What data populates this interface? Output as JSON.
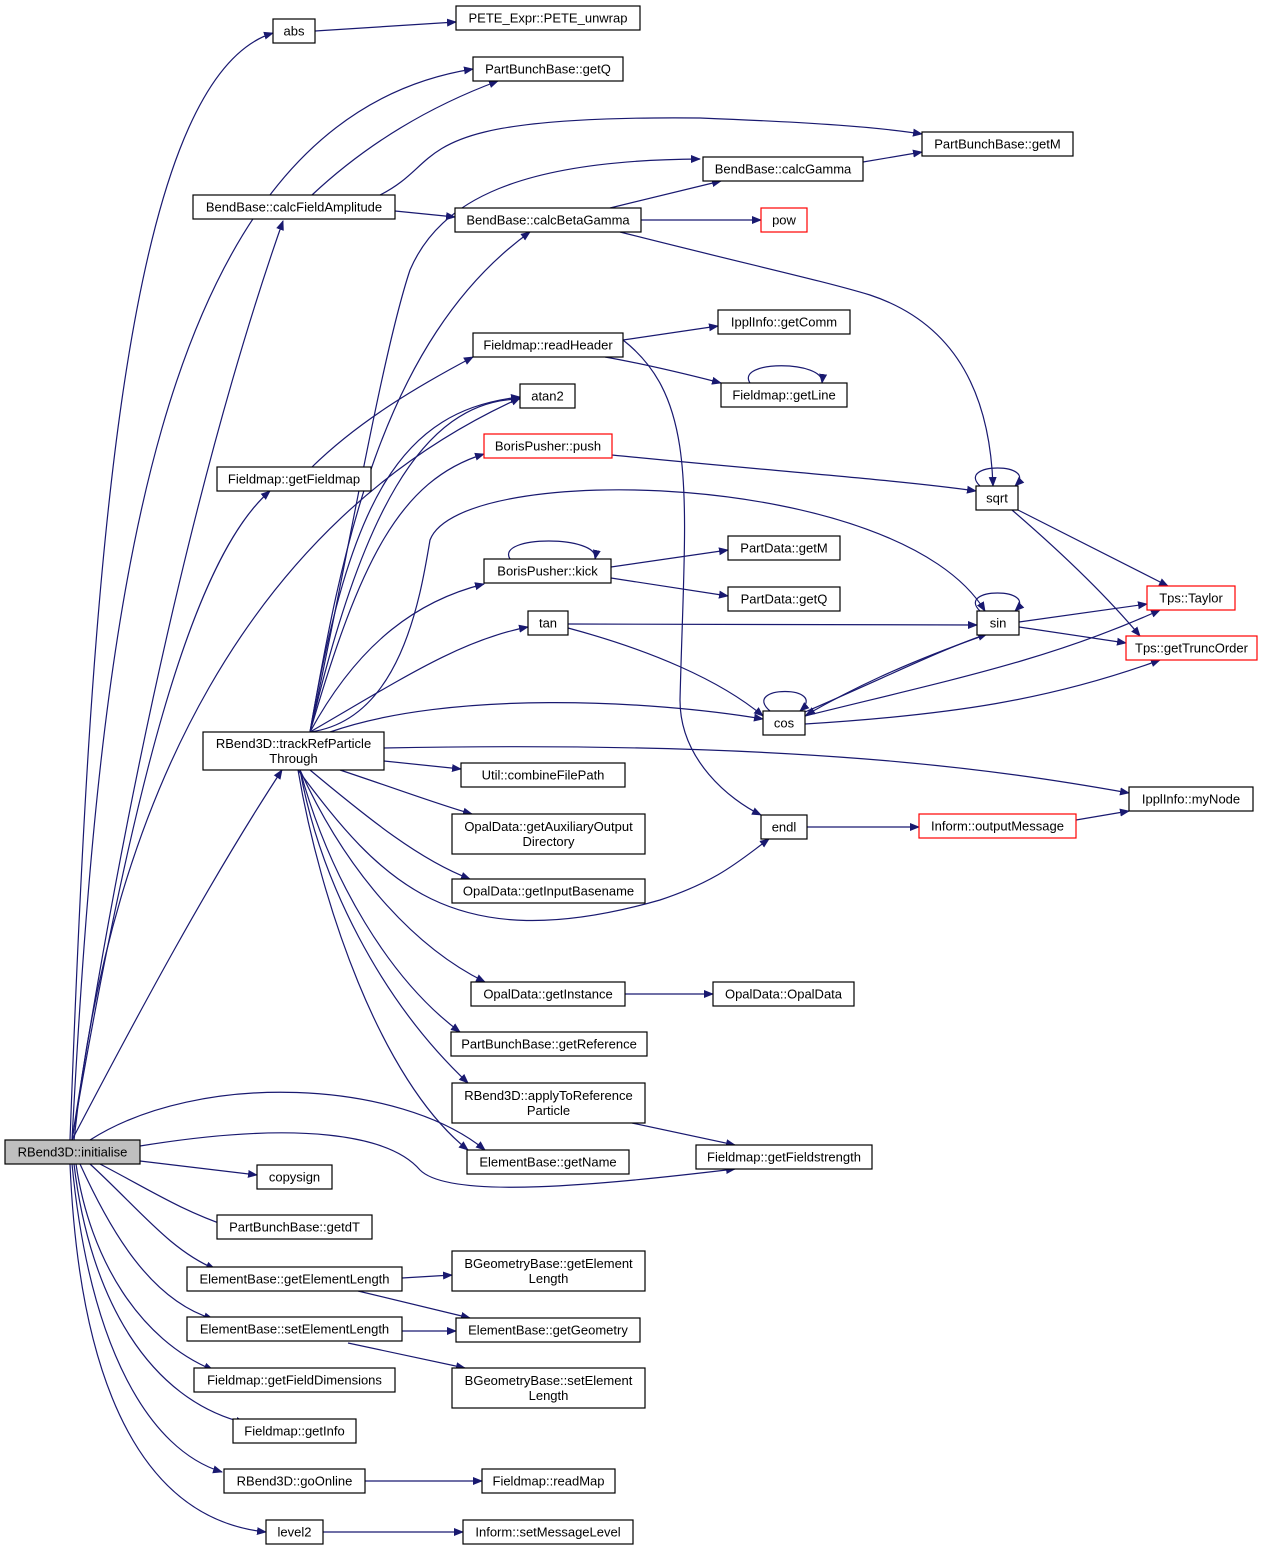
{
  "graph": {
    "edge_color": "#191970",
    "node_border_normal": "#000000",
    "node_border_truncated": "#ff0000",
    "root_fill": "#bfbfbf",
    "nodes": [
      {
        "id": "root",
        "lines": [
          "RBend3D::initialise"
        ],
        "style": "root"
      },
      {
        "id": "abs",
        "lines": [
          "abs"
        ],
        "style": "normal"
      },
      {
        "id": "pete",
        "lines": [
          "PETE_Expr::PETE_unwrap"
        ],
        "style": "normal"
      },
      {
        "id": "getQ",
        "lines": [
          "PartBunchBase::getQ"
        ],
        "style": "normal"
      },
      {
        "id": "getM",
        "lines": [
          "PartBunchBase::getM"
        ],
        "style": "normal"
      },
      {
        "id": "calcGamma",
        "lines": [
          "BendBase::calcGamma"
        ],
        "style": "normal"
      },
      {
        "id": "calcFA",
        "lines": [
          "BendBase::calcFieldAmplitude"
        ],
        "style": "normal"
      },
      {
        "id": "calcBG",
        "lines": [
          "BendBase::calcBetaGamma"
        ],
        "style": "normal"
      },
      {
        "id": "pow",
        "lines": [
          "pow"
        ],
        "style": "truncated"
      },
      {
        "id": "getComm",
        "lines": [
          "IpplInfo::getComm"
        ],
        "style": "normal"
      },
      {
        "id": "readHeader",
        "lines": [
          "Fieldmap::readHeader"
        ],
        "style": "normal"
      },
      {
        "id": "getLine",
        "lines": [
          "Fieldmap::getLine"
        ],
        "style": "normal"
      },
      {
        "id": "atan2",
        "lines": [
          "atan2"
        ],
        "style": "normal"
      },
      {
        "id": "push",
        "lines": [
          "BorisPusher::push"
        ],
        "style": "truncated"
      },
      {
        "id": "getFieldmap",
        "lines": [
          "Fieldmap::getFieldmap"
        ],
        "style": "normal"
      },
      {
        "id": "sqrt",
        "lines": [
          "sqrt"
        ],
        "style": "normal"
      },
      {
        "id": "pdGetM",
        "lines": [
          "PartData::getM"
        ],
        "style": "normal"
      },
      {
        "id": "kick",
        "lines": [
          "BorisPusher::kick"
        ],
        "style": "normal"
      },
      {
        "id": "pdGetQ",
        "lines": [
          "PartData::getQ"
        ],
        "style": "normal"
      },
      {
        "id": "taylor",
        "lines": [
          "Tps::Taylor"
        ],
        "style": "truncated"
      },
      {
        "id": "tan",
        "lines": [
          "tan"
        ],
        "style": "normal"
      },
      {
        "id": "sin",
        "lines": [
          "sin"
        ],
        "style": "normal"
      },
      {
        "id": "trunc",
        "lines": [
          "Tps::getTruncOrder"
        ],
        "style": "truncated"
      },
      {
        "id": "cos",
        "lines": [
          "cos"
        ],
        "style": "normal"
      },
      {
        "id": "track",
        "lines": [
          "RBend3D::trackRefParticle",
          "Through"
        ],
        "style": "normal"
      },
      {
        "id": "combine",
        "lines": [
          "Util::combineFilePath"
        ],
        "style": "normal"
      },
      {
        "id": "myNode",
        "lines": [
          "IpplInfo::myNode"
        ],
        "style": "normal"
      },
      {
        "id": "auxDir",
        "lines": [
          "OpalData::getAuxiliaryOutput",
          "Directory"
        ],
        "style": "normal"
      },
      {
        "id": "endl",
        "lines": [
          "endl"
        ],
        "style": "normal"
      },
      {
        "id": "outMsg",
        "lines": [
          "Inform::outputMessage"
        ],
        "style": "truncated"
      },
      {
        "id": "inBase",
        "lines": [
          "OpalData::getInputBasename"
        ],
        "style": "normal"
      },
      {
        "id": "getInst",
        "lines": [
          "OpalData::getInstance"
        ],
        "style": "normal"
      },
      {
        "id": "opalData",
        "lines": [
          "OpalData::OpalData"
        ],
        "style": "normal"
      },
      {
        "id": "getRef",
        "lines": [
          "PartBunchBase::getReference"
        ],
        "style": "normal"
      },
      {
        "id": "applyRef",
        "lines": [
          "RBend3D::applyToReference",
          "Particle"
        ],
        "style": "normal"
      },
      {
        "id": "getName",
        "lines": [
          "ElementBase::getName"
        ],
        "style": "normal"
      },
      {
        "id": "getFS",
        "lines": [
          "Fieldmap::getFieldstrength"
        ],
        "style": "normal"
      },
      {
        "id": "copysign",
        "lines": [
          "copysign"
        ],
        "style": "normal"
      },
      {
        "id": "getdT",
        "lines": [
          "PartBunchBase::getdT"
        ],
        "style": "normal"
      },
      {
        "id": "getEL",
        "lines": [
          "ElementBase::getElementLength"
        ],
        "style": "normal"
      },
      {
        "id": "bgGetEL",
        "lines": [
          "BGeometryBase::getElement",
          "Length"
        ],
        "style": "normal"
      },
      {
        "id": "setEL",
        "lines": [
          "ElementBase::setElementLength"
        ],
        "style": "normal"
      },
      {
        "id": "getGeom",
        "lines": [
          "ElementBase::getGeometry"
        ],
        "style": "normal"
      },
      {
        "id": "getFD",
        "lines": [
          "Fieldmap::getFieldDimensions"
        ],
        "style": "normal"
      },
      {
        "id": "bgSetEL",
        "lines": [
          "BGeometryBase::setElement",
          "Length"
        ],
        "style": "normal"
      },
      {
        "id": "getInfo",
        "lines": [
          "Fieldmap::getInfo"
        ],
        "style": "normal"
      },
      {
        "id": "goOnline",
        "lines": [
          "RBend3D::goOnline"
        ],
        "style": "normal"
      },
      {
        "id": "readMap",
        "lines": [
          "Fieldmap::readMap"
        ],
        "style": "normal"
      },
      {
        "id": "level2",
        "lines": [
          "level2"
        ],
        "style": "normal"
      },
      {
        "id": "setML",
        "lines": [
          "Inform::setMessageLevel"
        ],
        "style": "normal"
      }
    ]
  }
}
